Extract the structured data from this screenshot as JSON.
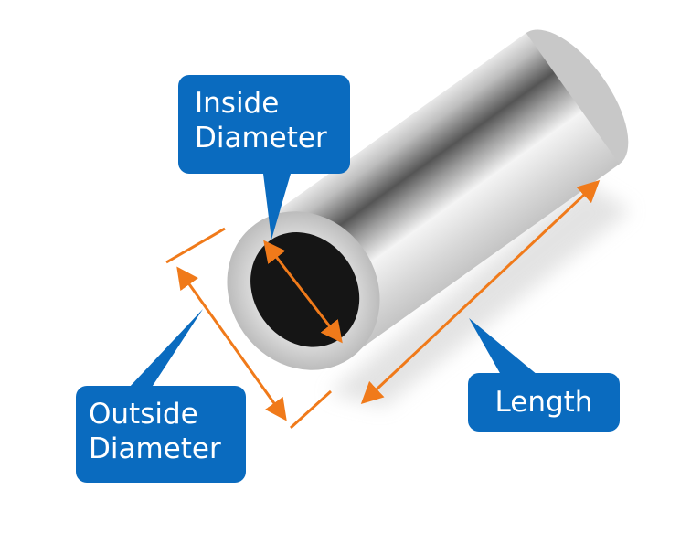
{
  "labels": {
    "inside_diameter": [
      "Inside",
      "Diameter"
    ],
    "outside_diameter": [
      "Outside",
      "Diameter"
    ],
    "length": "Length"
  },
  "colors": {
    "callout": "#0a6bbf",
    "arrow": "#f07a1a",
    "bore": "#151515"
  }
}
